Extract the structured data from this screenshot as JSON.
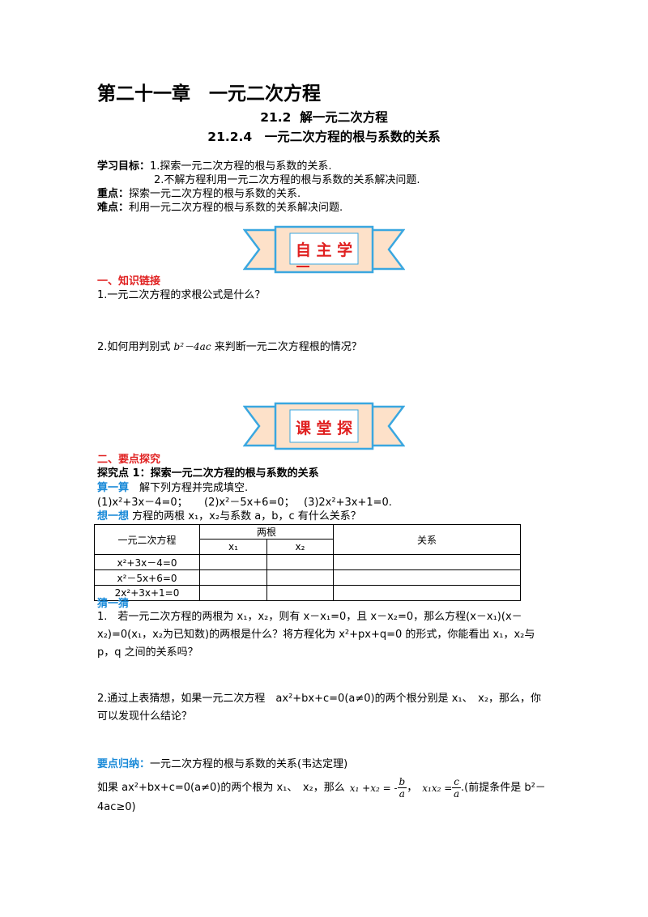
{
  "chapter": "第二十一章　一元二次方程",
  "section": "21.2  解一元二次方程",
  "subsection": "21.2.4　一元二次方程的根与系数的关系",
  "objectives": {
    "label": "学习目标：",
    "item1": "1.探索一元二次方程的根与系数的关系.",
    "item2": "2.不解方程利用一元二次方程的根与系数的关系解决问题."
  },
  "key": {
    "label": "重点：",
    "text": "探索一元二次方程的根与系数的关系."
  },
  "difficulty": {
    "label": "难点：",
    "text": "利用一元二次方程的根与系数的关系解决问题."
  },
  "banner1": "自 主 学",
  "part1": {
    "heading": "一、知识链接",
    "q1": "1.一元二次方程的求根公式是什么？",
    "q2_pre": "2.如何用判别式 ",
    "q2_expr": "b²－4ac",
    "q2_post": " 来判断一元二次方程根的情况？"
  },
  "banner2": "课 堂 探",
  "part2": {
    "heading": "二、要点探究",
    "explore1": "探究点 1：探索一元二次方程的根与系数的关系",
    "calc_label": "算一算",
    "calc_text": "　解下列方程并完成填空.",
    "eq1": "(1)x²+3x－4=0；",
    "eq2": "(2)x²－5x+6=0；",
    "eq3": "(3)2x²+3x+1=0.",
    "think_label": "想一想",
    "think_text": " 方程的两根 x₁，x₂与系数 a，b，c 有什么关系？"
  },
  "table": {
    "col_equation": "一元二次方程",
    "col_roots": "两根",
    "col_x1": "x₁",
    "col_x2": "x₂",
    "col_relation": "关系",
    "rows": [
      "x²+3x－4=0",
      "x²－5x+6=0",
      "2x²+3x+1=0"
    ]
  },
  "guess": {
    "label": "猜一猜",
    "p1": "1.　若一元二次方程的两根为 x₁，x₂，则有 x－x₁=0，且 x－x₂=0，那么方程(x－x₁)(x－x₂)=0(x₁，x₂为已知数)的两根是什么？将方程化为 x²+px+q=0 的形式，你能看出 x₁，x₂与 p，q 之间的关系吗？",
    "p2": "2.通过上表猜想，如果一元二次方程　ax²+bx+c=0(a≠0)的两个根分别是 x₁、　x₂，那么，你可以发现什么结论？"
  },
  "summary": {
    "label": "要点归纳：",
    "title": "一元二次方程的根与系数的关系(韦达定理)",
    "line_pre": "如果 ax²+bx+c=0(a≠0)的两个根为 x₁、　x₂，那么",
    "sum_lhs": "x₁ +x₂ = -",
    "sum_num": "b",
    "sum_den": "a",
    "comma": "，",
    "prod_lhs": "x₁x₂ =",
    "prod_num": "c",
    "prod_den": "a",
    "cond_a": ".(前提条件是 b²－",
    "cond_b": "4ac≥0)"
  }
}
